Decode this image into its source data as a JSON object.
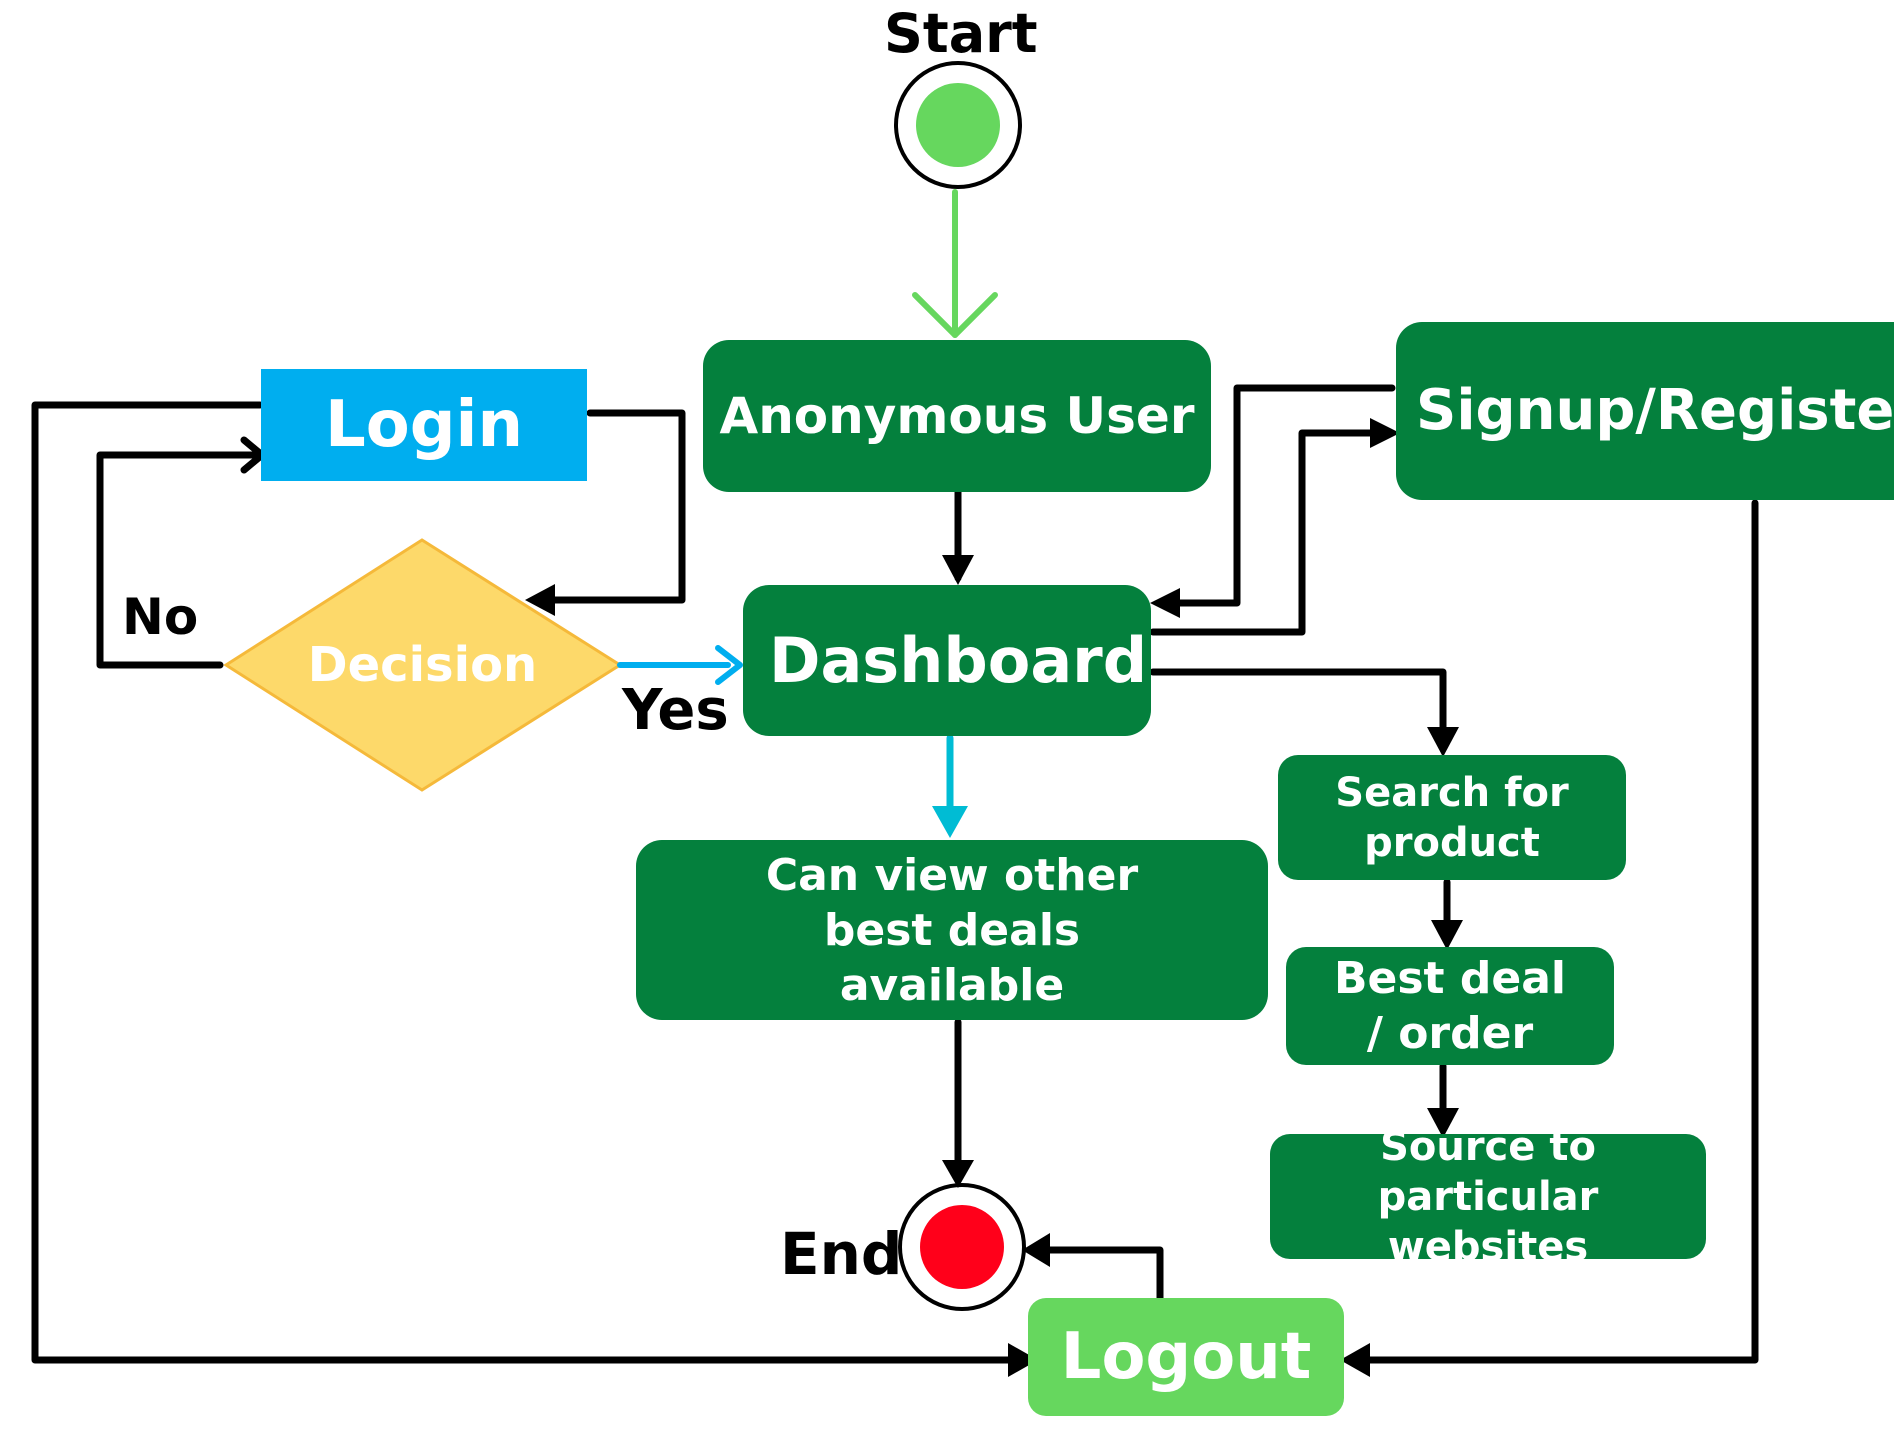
{
  "start_label": "Start",
  "end_label": "End",
  "nodes": {
    "anonymous_user": "Anonymous User",
    "signup": "Signup/Register",
    "login": "Login",
    "decision": "Decision",
    "dashboard": "Dashboard",
    "view_deals": "Can view other best deals available",
    "search": "Search for product",
    "best_deal": "Best deal / order",
    "source": "Source to particular websites",
    "logout": "Logout"
  },
  "branch_labels": {
    "no": "No",
    "yes": "Yes"
  },
  "colors": {
    "box_green": "#04803d",
    "logout_green": "#66d75e",
    "login_blue": "#00aeef",
    "decision_yellow": "#fdd96a",
    "decision_border": "#f5b93a",
    "start_fill": "#66d75e",
    "end_fill": "#ff001a",
    "yes_arrow": "#00aeef",
    "view_arrow": "#00bcd4",
    "start_arrow": "#66d75e",
    "line": "#000000"
  }
}
